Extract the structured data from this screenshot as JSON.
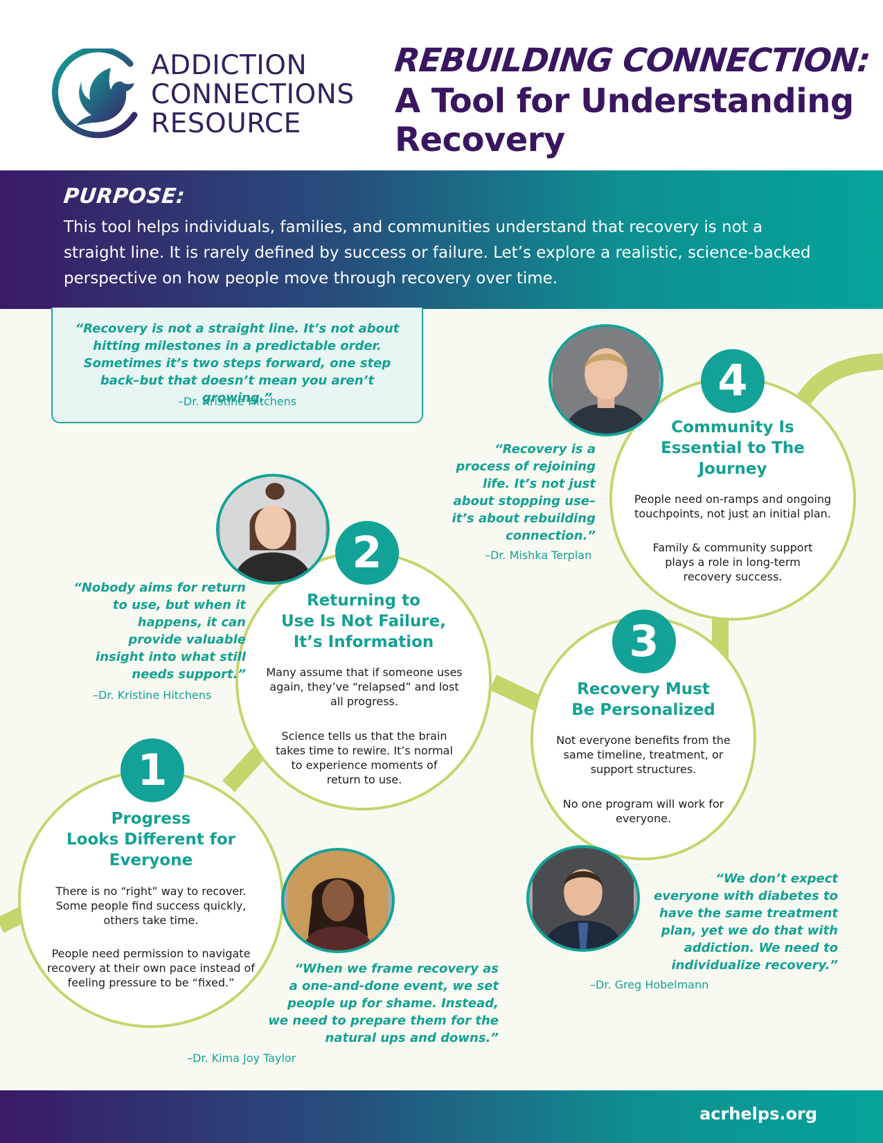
{
  "header": {
    "logo_lines": [
      "ADDICTION",
      "CONNECTIONS",
      "RESOURCE"
    ],
    "title_kicker": "REBUILDING CONNECTION:",
    "title_lines": [
      "A Tool for Understanding",
      "Recovery"
    ]
  },
  "purpose": {
    "label": "PURPOSE:",
    "text": "This tool helps individuals, families, and communities understand that recovery is not a straight line. It is rarely defined by success or failure. Let’s explore a realistic, science-backed perspective on how people move through recovery over time."
  },
  "top_quote": {
    "text": "“Recovery is not a straight line. It’s not about hitting milestones in a predictable order. Sometimes it’s two steps forward, one step back–but that doesn’t mean you aren’t growing.”",
    "author": "–Dr. Kristine Hitchens"
  },
  "steps": [
    {
      "number": "1",
      "title_lines": [
        "Progress",
        "Looks Different for",
        "Everyone"
      ],
      "body": [
        "There is no “right” way to recover. Some people find success quickly, others take time.",
        "People need permission to navigate recovery at their own pace instead of feeling pressure to be “fixed.”"
      ]
    },
    {
      "number": "2",
      "title_lines": [
        "Returning to",
        "Use Is Not Failure,",
        "It’s Information"
      ],
      "body": [
        "Many assume that if someone uses again, they’ve “relapsed” and lost all progress.",
        "Science tells us that the brain takes time to rewire. It’s normal to experience moments of return to use."
      ]
    },
    {
      "number": "3",
      "title_lines": [
        "Recovery Must",
        "Be Personalized"
      ],
      "body": [
        "Not everyone benefits from the same timeline, treatment, or support structures.",
        "No one program will work for everyone."
      ]
    },
    {
      "number": "4",
      "title_lines": [
        "Community Is",
        "Essential to The",
        "Journey"
      ],
      "body": [
        "People need on-ramps and ongoing touchpoints, not just an initial plan.",
        "Family & community support plays a role in long-term recovery success."
      ]
    }
  ],
  "quotes": {
    "hitchens2": {
      "lines": [
        "“Nobody aims for return",
        "to use, but when it",
        "happens, it can",
        "provide valuable",
        "insight into what still",
        "needs support.”"
      ],
      "author": "–Dr. Kristine Hitchens"
    },
    "terplan": {
      "lines": [
        "“Recovery is a",
        "process of rejoining",
        "life. It’s not just",
        "about stopping use–",
        "it’s about rebuilding",
        "connection.”"
      ],
      "author": "–Dr. Mishka Terplan"
    },
    "taylor": {
      "lines": [
        "“When we frame recovery as",
        "a one-and-done event, we set",
        "people up for shame. Instead,",
        "we need to prepare them for the",
        "natural ups and downs.”"
      ],
      "author": "–Dr. Kima Joy Taylor"
    },
    "hobelmann": {
      "lines": [
        "“We don’t expect",
        "everyone with diabetes to",
        "have the same treatment",
        "plan, yet we do that with",
        "addiction. We need to",
        "individualize recovery.”"
      ],
      "author": "–Dr. Greg Hobelmann"
    }
  },
  "footer": {
    "url": "acrhelps.org"
  },
  "colors": {
    "purple": "#3a1660",
    "teal": "#12a297",
    "lime": "#c4d56c"
  }
}
